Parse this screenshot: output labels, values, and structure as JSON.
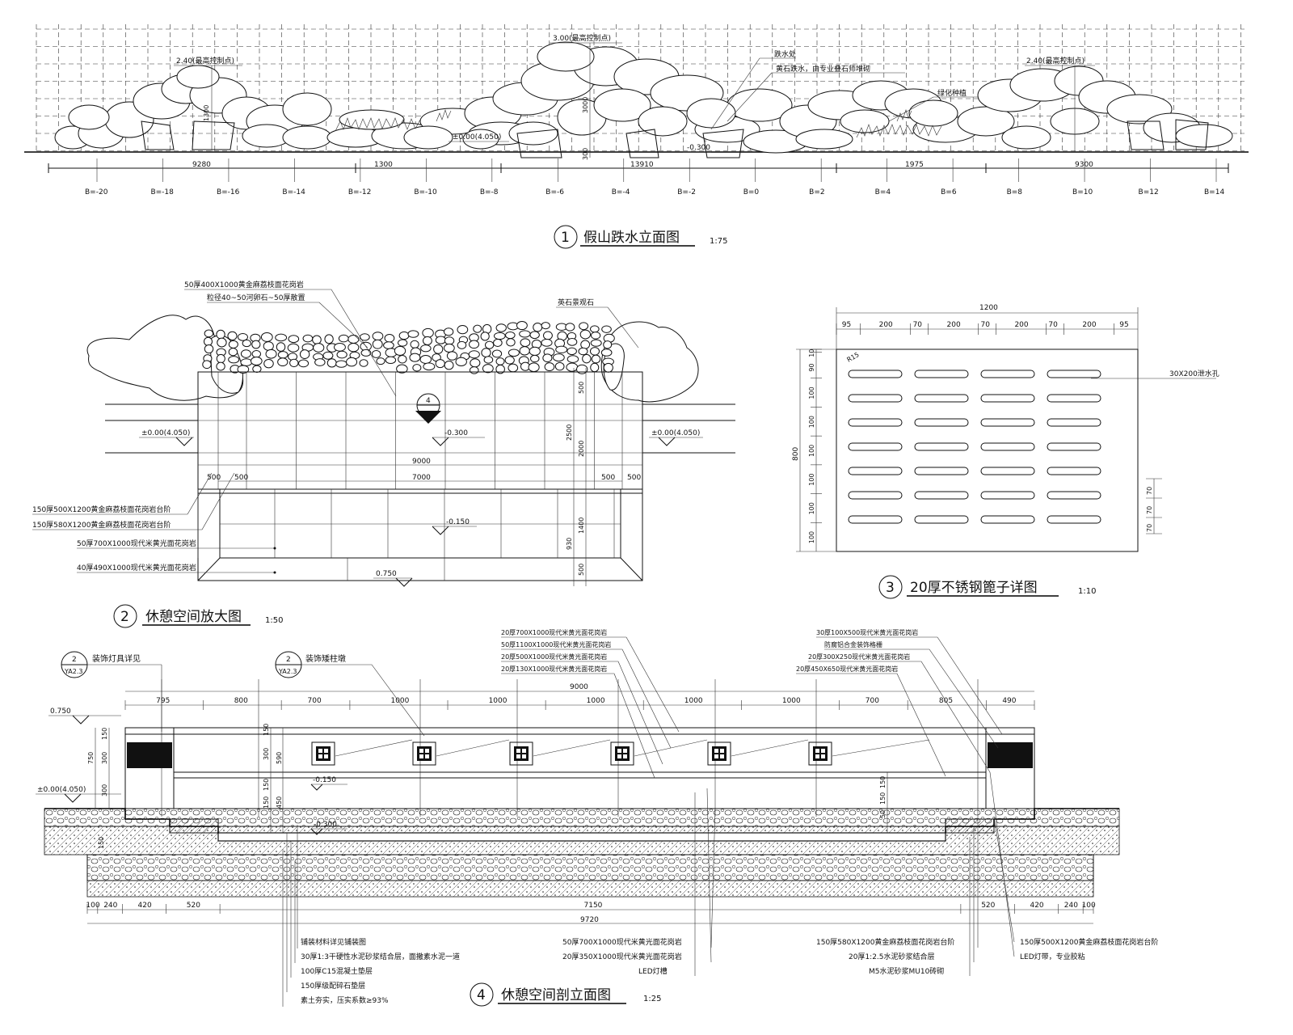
{
  "elev": {
    "top_label": "3.00(最高控制点)",
    "left_label": "2.40(最高控制点)",
    "right_label": "2.40(最高控制点)",
    "zero_label": "±0.00(4.050)",
    "neg_label": "-0.300",
    "dim_v1": "1300",
    "dim_v2": "3000",
    "dim_v3": "300",
    "callouts": [
      "跌水处",
      "黄石跌水，由专业叠石师堆砌",
      "绿化种植"
    ],
    "dims": [
      "9280",
      "1300",
      "13910",
      "1975",
      "9300"
    ],
    "axis": [
      "B=-20",
      "B=-18",
      "B=-16",
      "B=-14",
      "B=-12",
      "B=-10",
      "B=-8",
      "B=-6",
      "B=-4",
      "B=-2",
      "B=0",
      "B=2",
      "B=4",
      "B=6",
      "B=8",
      "B=10",
      "B=12",
      "B=14"
    ],
    "title_num": "1",
    "title": "假山跌水立面图",
    "scale": "1:75"
  },
  "plan": {
    "notes_top": [
      "50厚400X1000黄金麻荔枝面花岗岩",
      "粒径40~50河卵石~50厚散置"
    ],
    "note_rock": "英石景观石",
    "zero_left": "±0.00(4.050)",
    "zero_right": "±0.00(4.050)",
    "neg1": "-0.300",
    "neg2": "-0.150",
    "neg3": "0.750",
    "dim_9000": "9000",
    "dim_7000": "7000",
    "dim_500": "500",
    "v_dims": [
      "500",
      "2000",
      "2500",
      "1400",
      "930",
      "500"
    ],
    "notes_left": [
      "150厚500X1200黄金麻荔枝面花岗岩台阶",
      "150厚580X1200黄金麻荔枝面花岗岩台阶",
      "50厚700X1000现代米黄光面花岗岩",
      "40厚490X1000现代米黄光面花岗岩"
    ],
    "sec_num": "4",
    "sec_dash": "--",
    "title_num": "2",
    "title": "休憩空间放大图",
    "scale": "1:50"
  },
  "grate": {
    "total": "1200",
    "dims": [
      "95",
      "200",
      "70",
      "200",
      "70",
      "200",
      "70",
      "200",
      "95"
    ],
    "v_total": "800",
    "v_dims": [
      "10",
      "90",
      "100",
      "100",
      "100",
      "100",
      "100",
      "100"
    ],
    "v_side": [
      "70",
      "70",
      "70"
    ],
    "radius": "R15",
    "note": "30X200泄水孔",
    "title_num": "3",
    "title": "20厚不锈钢篦子详图",
    "scale": "1:10"
  },
  "section": {
    "ref1_num": "2",
    "ref1_sheet": "YA2.3",
    "ref1_text": "装饰灯具详见",
    "ref2_num": "2",
    "ref2_sheet": "YA2.3",
    "ref2_text": "装饰矮柱墩",
    "notes_top_mid": [
      "20厚700X1000现代米黄光面花岗岩",
      "50厚1100X1000现代米黄光面花岗岩",
      "20厚500X1000现代米黄光面花岗岩",
      "20厚130X1000现代米黄光面花岗岩"
    ],
    "notes_top_right": [
      "30厚100X500现代米黄光面花岗岩",
      "防腐铝合金装饰格栅",
      "20厚300X250现代米黄光面花岗岩",
      "20厚450X650现代米黄光面花岗岩"
    ],
    "top_total": "9000",
    "top_dims": [
      "795",
      "800",
      "700",
      "1000",
      "1000",
      "1000",
      "1000",
      "1000",
      "700",
      "805",
      "490"
    ],
    "lv1": "0.750",
    "lv2": "±0.00(4.050)",
    "lv3": "-0.150",
    "lv4": "-0.300",
    "vdims_left": [
      "150",
      "300",
      "300"
    ],
    "vlabel_750": "750",
    "vdims_mid": [
      "150",
      "300",
      "590",
      "150",
      "150",
      "450"
    ],
    "vdims_right": [
      "150",
      "150",
      "50"
    ],
    "bottom_dims": [
      "100",
      "240",
      "420",
      "520",
      "7150",
      "520",
      "420",
      "240",
      "100"
    ],
    "bottom_total": "9720",
    "notes_bottom_left": [
      "铺装材料详见铺装图",
      "30厚1:3干硬性水泥砂浆结合层，面撒素水泥一道",
      "100厚C15混凝土垫层",
      "150厚级配碎石垫层",
      "素土夯实，压实系数≥93%"
    ],
    "notes_bottom_mid": [
      "50厚700X1000现代米黄光面花岗岩",
      "20厚350X1000现代米黄光面花岗岩",
      "LED灯槽"
    ],
    "notes_bottom_right": [
      "150厚580X1200黄金麻荔枝面花岗岩台阶",
      "20厚1:2.5水泥砂浆结合层",
      "M5水泥砂浆MU10砖砌"
    ],
    "notes_bottom_far": [
      "150厚500X1200黄金麻荔枝面花岗岩台阶",
      "LED灯带，专业胶粘"
    ],
    "title_num": "4",
    "title": "休憩空间剖立面图",
    "scale": "1:25"
  }
}
